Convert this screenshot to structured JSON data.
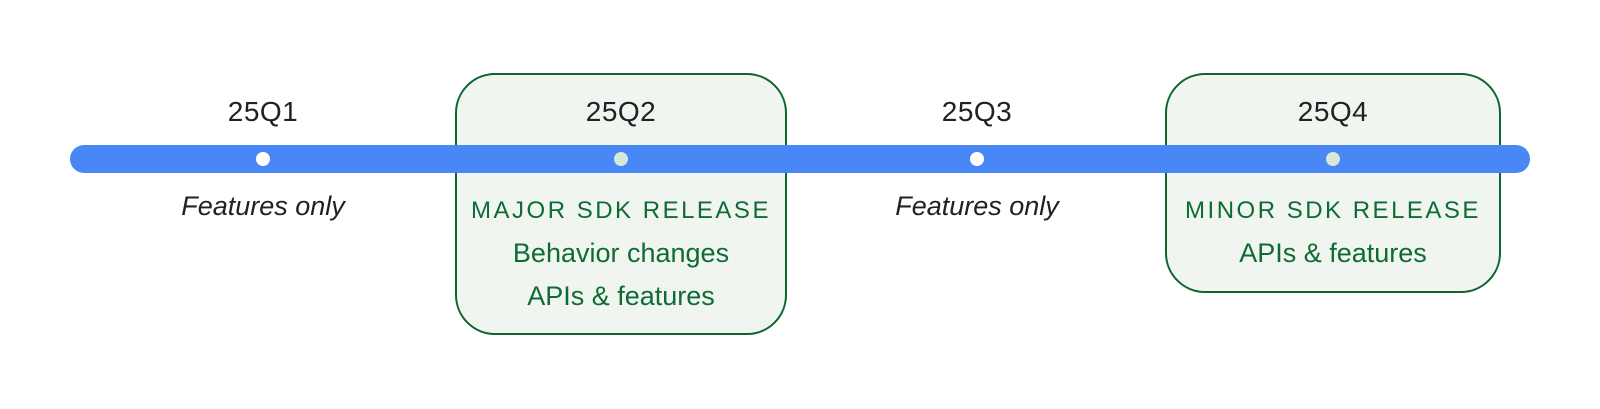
{
  "colors": {
    "timeline_blue": "#4887f5",
    "box_border_green": "#0d652d",
    "box_fill_green": "#f0f5f0",
    "text_green": "#0f6b33",
    "text_dark": "#202124",
    "dot_white": "#ffffff",
    "dot_mint": "#d6e8d8",
    "background": "#ffffff"
  },
  "timeline": {
    "quarters": [
      {
        "label": "25Q1",
        "dot": "white",
        "boxed": false,
        "lines": [
          "Features only"
        ]
      },
      {
        "label": "25Q2",
        "dot": "mint",
        "boxed": true,
        "lines": [
          "MAJOR SDK RELEASE",
          "Behavior changes",
          "APIs & features"
        ]
      },
      {
        "label": "25Q3",
        "dot": "white",
        "boxed": false,
        "lines": [
          "Features only"
        ]
      },
      {
        "label": "25Q4",
        "dot": "mint",
        "boxed": true,
        "lines": [
          "MINOR SDK RELEASE",
          "APIs & features"
        ]
      }
    ]
  }
}
